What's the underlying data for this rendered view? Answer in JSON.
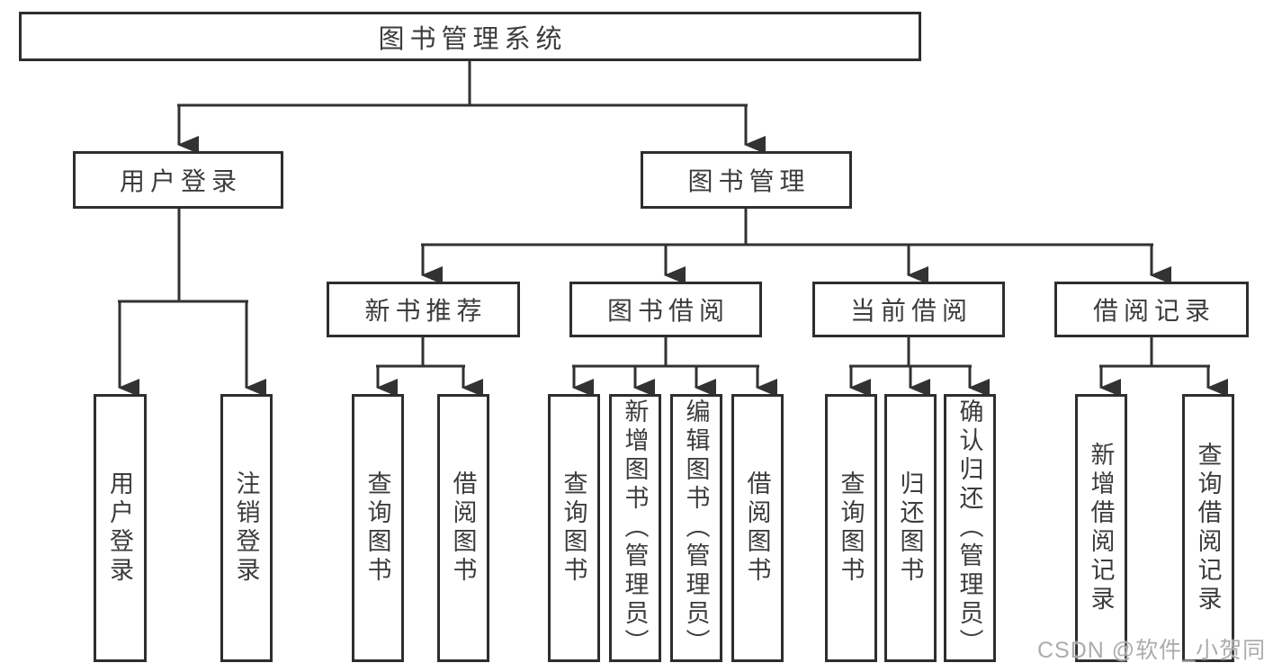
{
  "title": "图书管理系统",
  "watermark": "CSDN @软件_小贺同学",
  "tree": {
    "branches": [
      {
        "label": "用户登录",
        "children": [
          {
            "label": "用户登录"
          },
          {
            "label": "注销登录"
          }
        ]
      },
      {
        "label": "图书管理",
        "children": [
          {
            "label": "新书推荐",
            "children": [
              {
                "label": "查询图书"
              },
              {
                "label": "借阅图书"
              }
            ]
          },
          {
            "label": "图书借阅",
            "children": [
              {
                "label": "查询图书"
              },
              {
                "label": "新增图书（管理员）"
              },
              {
                "label": "编辑图书（管理员）"
              },
              {
                "label": "借阅图书"
              }
            ]
          },
          {
            "label": "当前借阅",
            "children": [
              {
                "label": "查询图书"
              },
              {
                "label": "归还图书"
              },
              {
                "label": "确认归还（管理员）"
              }
            ]
          },
          {
            "label": "借阅记录",
            "children": [
              {
                "label": "新增借阅记录"
              },
              {
                "label": "查询借阅记录"
              }
            ]
          }
        ]
      }
    ]
  }
}
